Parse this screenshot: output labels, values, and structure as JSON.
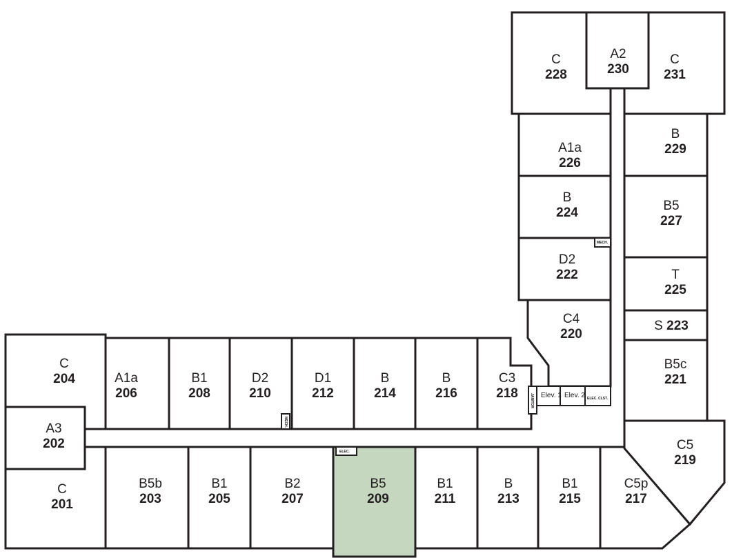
{
  "colors": {
    "highlight": "#c6d7c0",
    "wall": "#231f20",
    "window": "#888888"
  },
  "highlighted_unit": "209",
  "units": [
    {
      "type": "C",
      "number": "228"
    },
    {
      "type": "A2",
      "number": "230"
    },
    {
      "type": "C",
      "number": "231"
    },
    {
      "type": "A1a",
      "number": "226"
    },
    {
      "type": "B",
      "number": "229"
    },
    {
      "type": "B",
      "number": "224"
    },
    {
      "type": "B5",
      "number": "227"
    },
    {
      "type": "D2",
      "number": "222"
    },
    {
      "type": "T",
      "number": "225"
    },
    {
      "type": "S",
      "number": "223"
    },
    {
      "type": "C4",
      "number": "220"
    },
    {
      "type": "B5c",
      "number": "221"
    },
    {
      "type": "C",
      "number": "204"
    },
    {
      "type": "A1a",
      "number": "206"
    },
    {
      "type": "B1",
      "number": "208"
    },
    {
      "type": "D2",
      "number": "210"
    },
    {
      "type": "D1",
      "number": "212"
    },
    {
      "type": "B",
      "number": "214"
    },
    {
      "type": "B",
      "number": "216"
    },
    {
      "type": "C3",
      "number": "218"
    },
    {
      "type": "A3",
      "number": "202"
    },
    {
      "type": "C5",
      "number": "219"
    },
    {
      "type": "C",
      "number": "201"
    },
    {
      "type": "B5b",
      "number": "203"
    },
    {
      "type": "B1",
      "number": "205"
    },
    {
      "type": "B2",
      "number": "207"
    },
    {
      "type": "B5",
      "number": "209"
    },
    {
      "type": "B1",
      "number": "211"
    },
    {
      "type": "B",
      "number": "213"
    },
    {
      "type": "B1",
      "number": "215"
    },
    {
      "type": "C5p",
      "number": "217"
    }
  ],
  "service_rooms": {
    "elev1": "Elev. 1",
    "elev2": "Elev. 2",
    "elec_closet": "ELEC. CLST.",
    "janitor": "JANITOR",
    "mech_east": "MECH.",
    "mech_west": "MECH.",
    "elec": "ELEC."
  }
}
